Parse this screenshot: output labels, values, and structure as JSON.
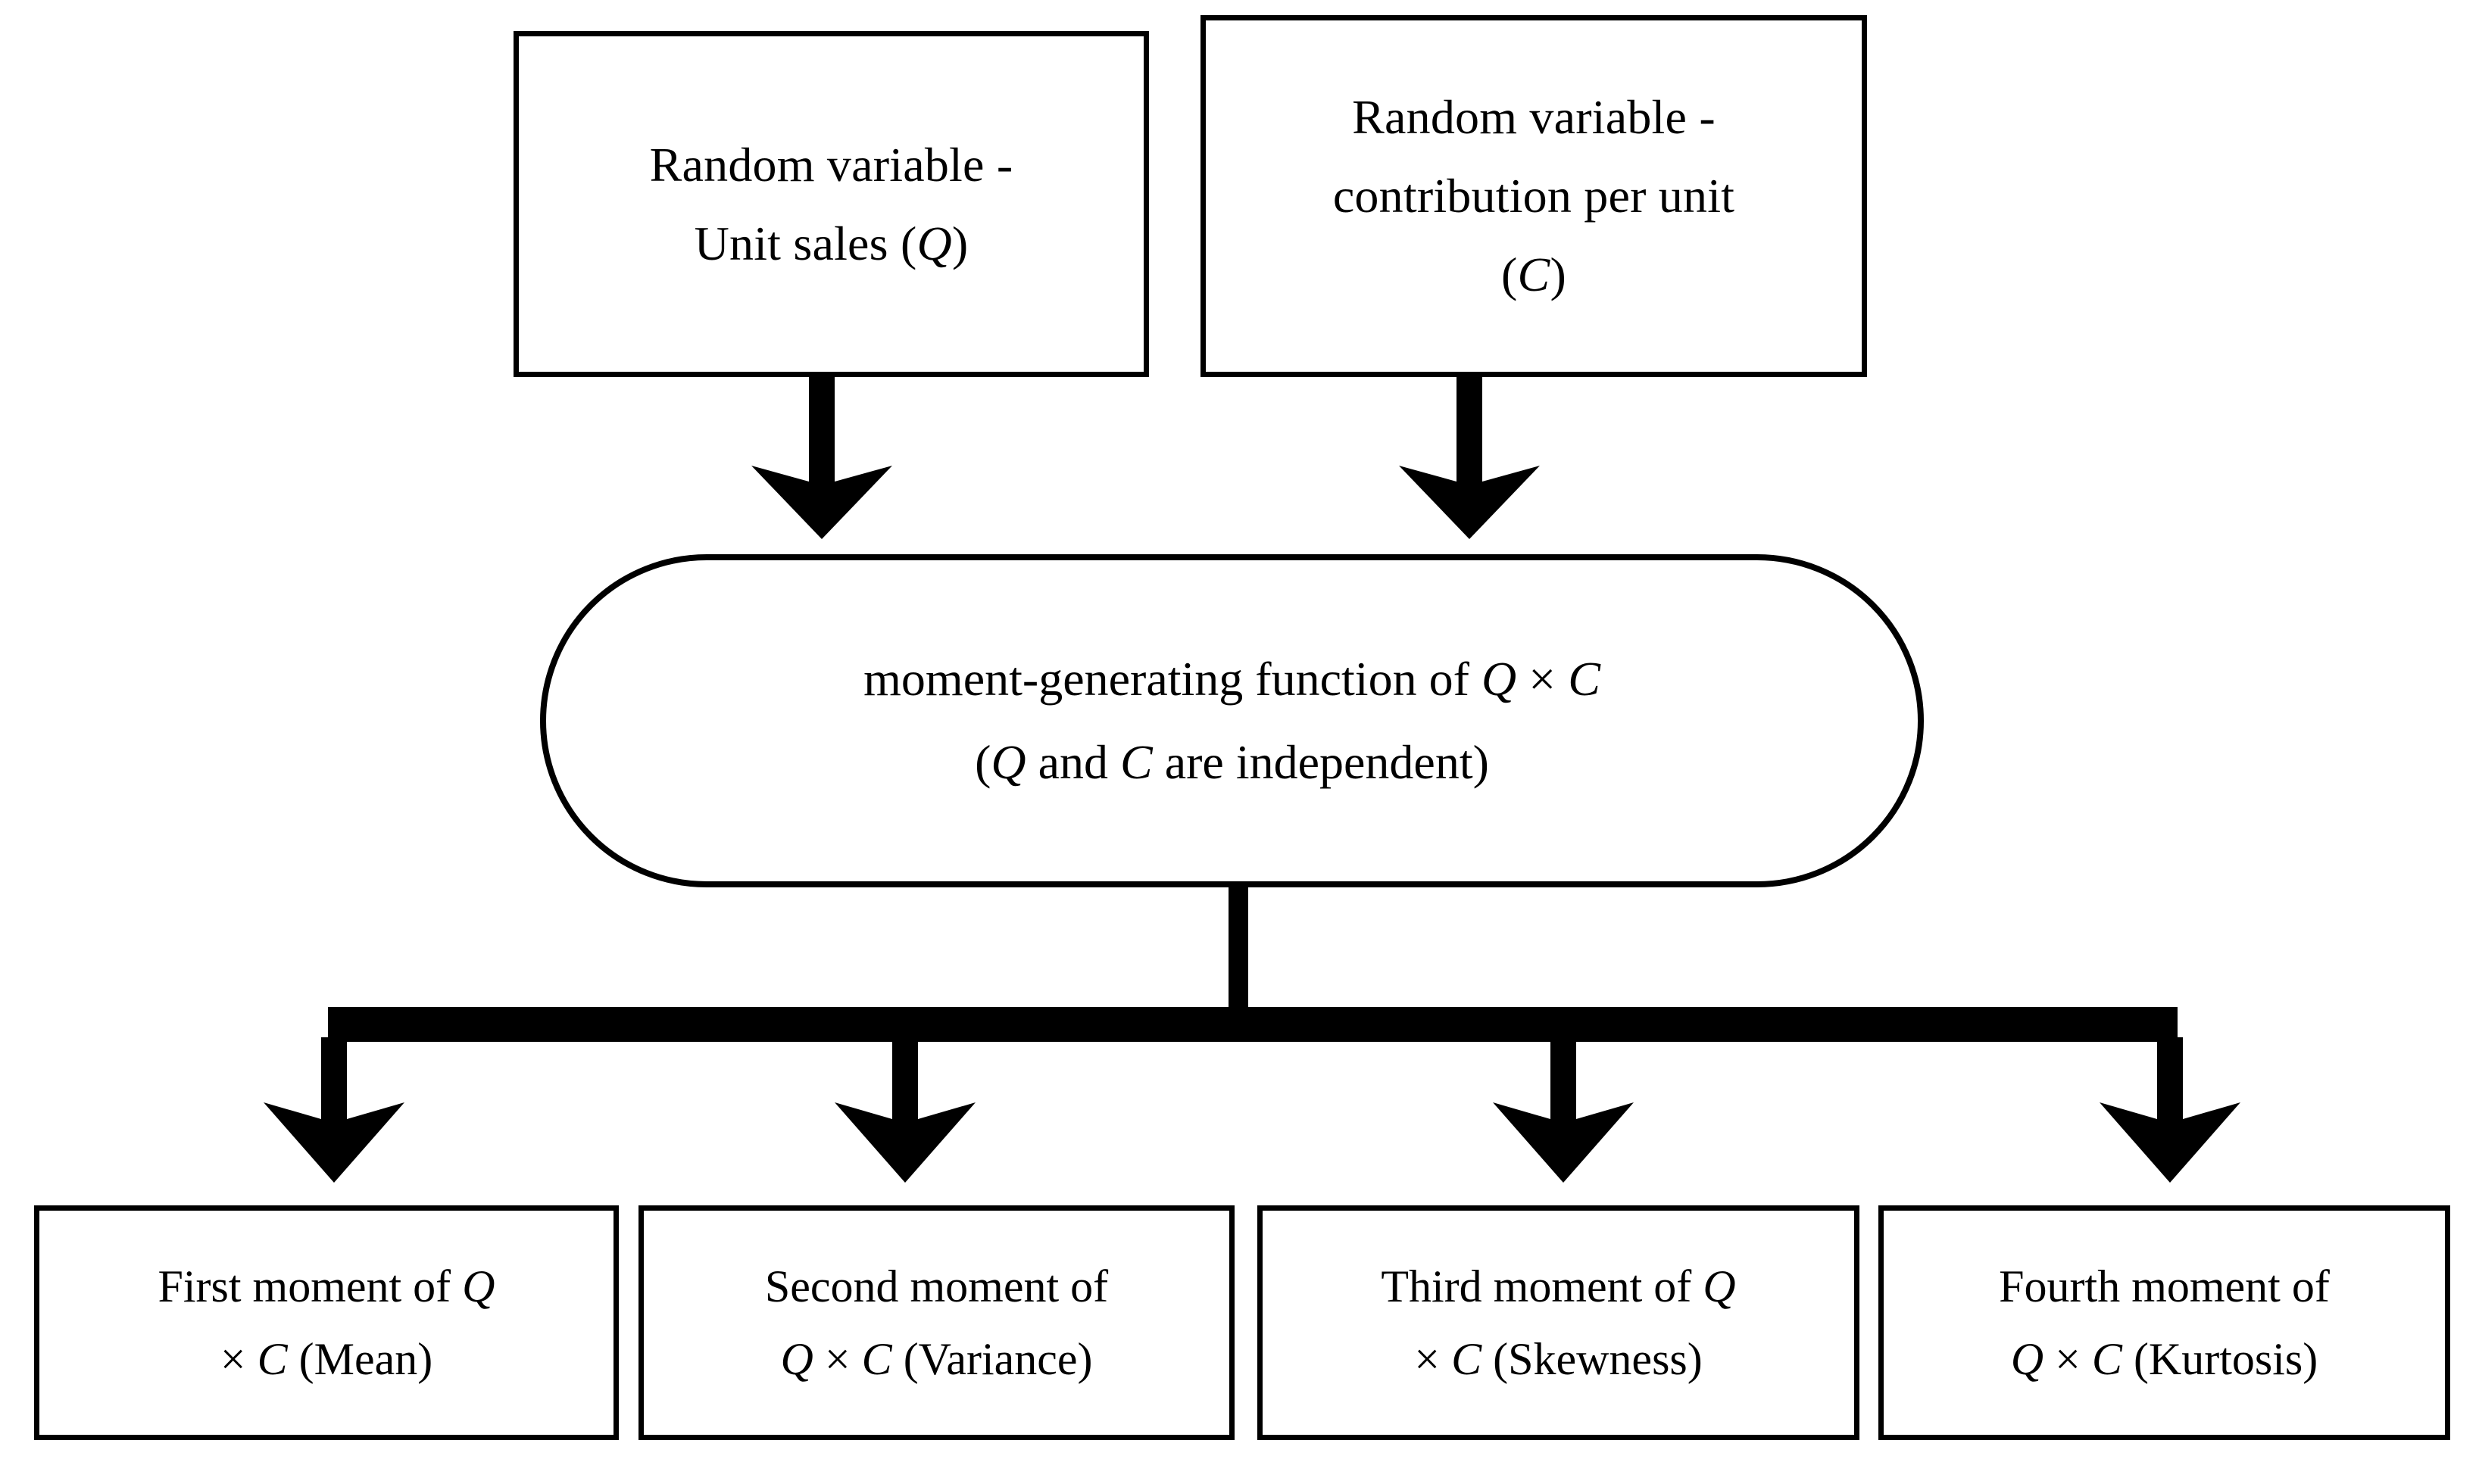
{
  "diagram": {
    "title": "Moment-generating function of Q x C decomposition flowchart",
    "background_color": "#ffffff",
    "stroke_color": "#000000",
    "inputs": [
      {
        "id": "unit-sales",
        "shape": "rectangle",
        "lines": [
          {
            "segments": [
              {
                "text": "Random variable -",
                "italic": false
              }
            ]
          },
          {
            "segments": [
              {
                "text": "Unit sales (",
                "italic": false
              },
              {
                "text": "Q",
                "italic": true
              },
              {
                "text": ")",
                "italic": false
              }
            ]
          }
        ]
      },
      {
        "id": "contribution-per-unit",
        "shape": "rectangle",
        "lines": [
          {
            "segments": [
              {
                "text": "Random variable -",
                "italic": false
              }
            ]
          },
          {
            "segments": [
              {
                "text": "contribution per unit",
                "italic": false
              }
            ]
          },
          {
            "segments": [
              {
                "text": "(",
                "italic": false
              },
              {
                "text": "C",
                "italic": true
              },
              {
                "text": ")",
                "italic": false
              }
            ]
          }
        ]
      }
    ],
    "process": {
      "id": "mgf",
      "shape": "rounded-rectangle",
      "lines": [
        {
          "segments": [
            {
              "text": "moment-generating function of ",
              "italic": false
            },
            {
              "text": "Q",
              "italic": true
            },
            {
              "text": " × ",
              "italic": false
            },
            {
              "text": "C",
              "italic": true
            }
          ]
        },
        {
          "segments": [
            {
              "text": "(",
              "italic": false
            },
            {
              "text": "Q",
              "italic": true
            },
            {
              "text": " and ",
              "italic": false
            },
            {
              "text": "C",
              "italic": true
            },
            {
              "text": " are independent)",
              "italic": false
            }
          ]
        }
      ]
    },
    "outputs": [
      {
        "id": "first-moment-mean",
        "shape": "rectangle",
        "lines": [
          {
            "segments": [
              {
                "text": "First moment of ",
                "italic": false
              },
              {
                "text": "Q",
                "italic": true
              }
            ]
          },
          {
            "segments": [
              {
                "text": "× ",
                "italic": false
              },
              {
                "text": "C",
                "italic": true
              },
              {
                "text": " (Mean)",
                "italic": false
              }
            ]
          }
        ]
      },
      {
        "id": "second-moment-variance",
        "shape": "rectangle",
        "lines": [
          {
            "segments": [
              {
                "text": "Second moment of",
                "italic": false
              }
            ]
          },
          {
            "segments": [
              {
                "text": "Q",
                "italic": true
              },
              {
                "text": " × ",
                "italic": false
              },
              {
                "text": "C",
                "italic": true
              },
              {
                "text": " (Variance)",
                "italic": false
              }
            ]
          }
        ]
      },
      {
        "id": "third-moment-skewness",
        "shape": "rectangle",
        "lines": [
          {
            "segments": [
              {
                "text": "Third moment of ",
                "italic": false
              },
              {
                "text": "Q",
                "italic": true
              }
            ]
          },
          {
            "segments": [
              {
                "text": "× ",
                "italic": false
              },
              {
                "text": "C",
                "italic": true
              },
              {
                "text": " (Skewness)",
                "italic": false
              }
            ]
          }
        ]
      },
      {
        "id": "fourth-moment-kurtosis",
        "shape": "rectangle",
        "lines": [
          {
            "segments": [
              {
                "text": "Fourth moment of",
                "italic": false
              }
            ]
          },
          {
            "segments": [
              {
                "text": "Q",
                "italic": true
              },
              {
                "text": " × ",
                "italic": false
              },
              {
                "text": "C",
                "italic": true
              },
              {
                "text": " (Kurtosis)",
                "italic": false
              }
            ]
          }
        ]
      }
    ],
    "connectors": [
      {
        "id": "unit-sales-to-mgf",
        "from": "unit-sales",
        "to": "mgf",
        "style": "block-arrow-down"
      },
      {
        "id": "contribution-to-mgf",
        "from": "contribution-per-unit",
        "to": "mgf",
        "style": "block-arrow-down"
      },
      {
        "id": "mgf-to-bus",
        "from": "mgf",
        "to": "distribution-bus",
        "style": "line-down"
      },
      {
        "id": "bus-to-first-moment",
        "from": "distribution-bus",
        "to": "first-moment-mean",
        "style": "block-arrow-down"
      },
      {
        "id": "bus-to-second-moment",
        "from": "distribution-bus",
        "to": "second-moment-variance",
        "style": "block-arrow-down"
      },
      {
        "id": "bus-to-third-moment",
        "from": "distribution-bus",
        "to": "third-moment-skewness",
        "style": "block-arrow-down"
      },
      {
        "id": "bus-to-fourth-moment",
        "from": "distribution-bus",
        "to": "fourth-moment-kurtosis",
        "style": "block-arrow-down"
      }
    ]
  }
}
